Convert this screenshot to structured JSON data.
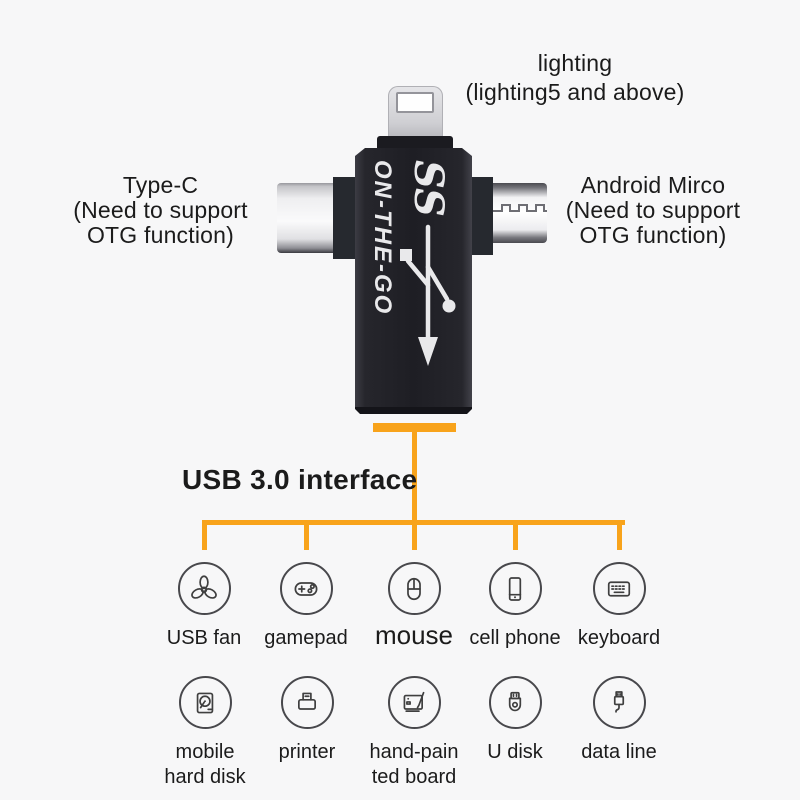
{
  "colors": {
    "accent": "#F8A31B",
    "bg": "#F7F7F8",
    "text": "#1B1B1B",
    "stroke": "#3F3F3F",
    "body": "#222228",
    "silver": "#E9E9EC",
    "logo": "#E9E9EB"
  },
  "annotations": {
    "lightning": {
      "lines": [
        "lighting",
        "(lighting5 and above)"
      ]
    },
    "type_c": {
      "lines": [
        "Type-C",
        "(Need to support",
        "OTG function)"
      ]
    },
    "micro": {
      "lines": [
        "Android Mirco",
        "(Need to support",
        "OTG function)"
      ]
    }
  },
  "adapter": {
    "logo_ss": "SS",
    "logo_name": "ON-THE-GO"
  },
  "interface_label": "USB 3.0 interface",
  "devices": {
    "row1": [
      {
        "icon": "fan-icon",
        "label": "USB fan"
      },
      {
        "icon": "gamepad-icon",
        "label": "gamepad"
      },
      {
        "icon": "mouse-icon",
        "label": "mouse"
      },
      {
        "icon": "cell-phone-icon",
        "label": "cell phone"
      },
      {
        "icon": "keyboard-icon",
        "label": "keyboard"
      }
    ],
    "row2": [
      {
        "icon": "hard-disk-icon",
        "lines": [
          "mobile",
          "hard disk"
        ]
      },
      {
        "icon": "printer-icon",
        "lines": [
          "printer"
        ]
      },
      {
        "icon": "drawing-tablet-icon",
        "lines": [
          "hand-pain",
          "ted board"
        ]
      },
      {
        "icon": "u-disk-icon",
        "lines": [
          "U disk"
        ]
      },
      {
        "icon": "data-line-icon",
        "lines": [
          "data line"
        ]
      }
    ]
  }
}
